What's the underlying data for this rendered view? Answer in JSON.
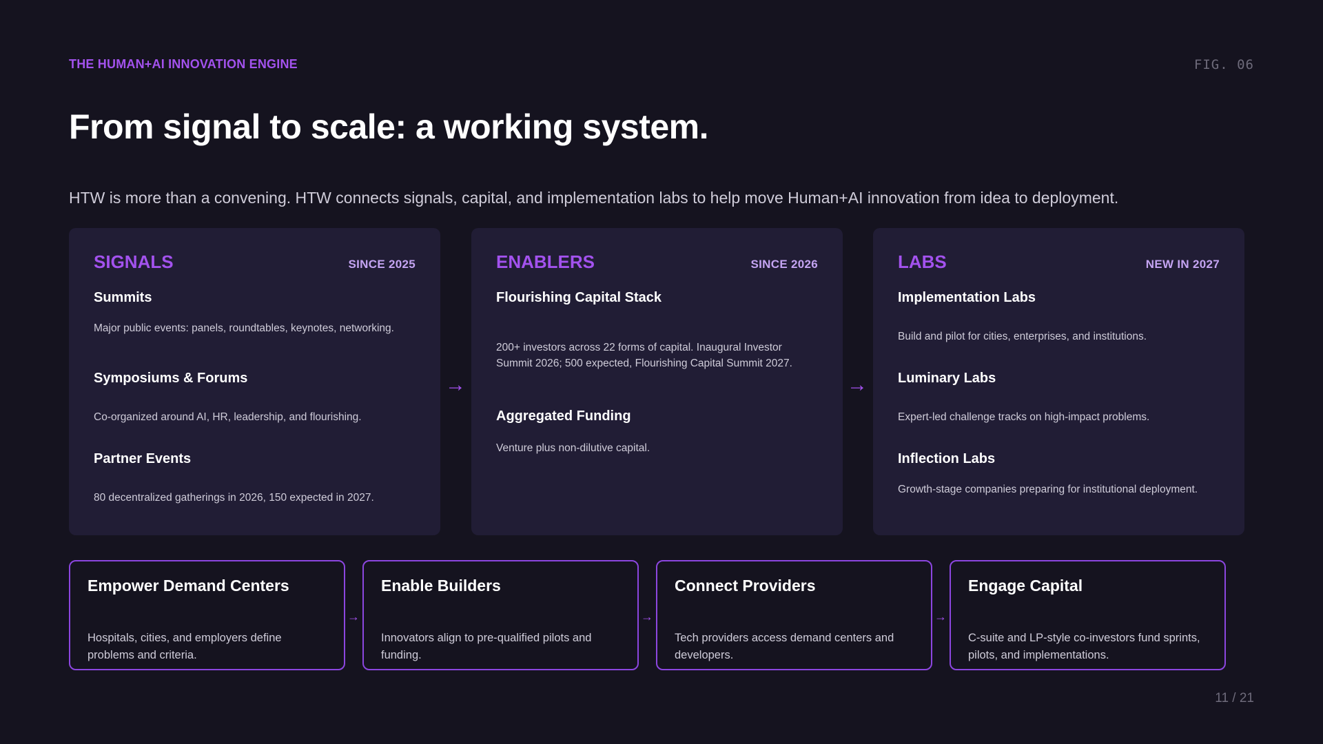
{
  "header": {
    "eyebrow": "THE HUMAN+AI INNOVATION ENGINE",
    "fig_label": "FIG. 06",
    "title": "From signal to scale: a working system.",
    "subtitle": "HTW is more than a convening. HTW connects signals, capital, and implementation labs to help move Human+AI innovation from idea to deployment."
  },
  "columns": [
    {
      "name": "SIGNALS",
      "badge": "SINCE 2025",
      "items": [
        {
          "title": "Summits",
          "desc": "Major public events: panels, roundtables, keynotes, networking."
        },
        {
          "title": "Symposiums & Forums",
          "desc": "Co-organized around AI, HR, leadership, and flourishing."
        },
        {
          "title": "Partner Events",
          "desc": "80 decentralized gatherings in 2026, 150 expected in 2027."
        }
      ]
    },
    {
      "name": "ENABLERS",
      "badge": "SINCE 2026",
      "items": [
        {
          "title": "Flourishing Capital Stack",
          "desc": "200+ investors across 22 forms of capital. Inaugural Investor Summit 2026; 500 expected, Flourishing Capital Summit 2027."
        },
        {
          "title": "Aggregated Funding",
          "desc": "Venture plus non-dilutive capital."
        }
      ]
    },
    {
      "name": "LABS",
      "badge": "NEW IN 2027",
      "items": [
        {
          "title": "Implementation Labs",
          "desc": "Build and pilot for cities, enterprises, and institutions."
        },
        {
          "title": "Luminary Labs",
          "desc": "Expert-led challenge tracks on high-impact problems."
        },
        {
          "title": "Inflection Labs",
          "desc": "Growth-stage companies preparing for institutional deployment."
        }
      ]
    }
  ],
  "flow": [
    {
      "title": "Empower Demand Centers",
      "desc": "Hospitals, cities, and employers define problems and criteria."
    },
    {
      "title": "Enable Builders",
      "desc": "Innovators align to pre-qualified pilots and funding."
    },
    {
      "title": "Connect Providers",
      "desc": "Tech providers access demand centers and developers."
    },
    {
      "title": "Engage Capital",
      "desc": "C-suite and LP-style co-investors fund sprints, pilots, and implementations."
    }
  ],
  "arrow_glyph": "→",
  "page_number": "11 / 21",
  "colors": {
    "background": "#15131f",
    "card": "#211d35",
    "accent": "#a352ee",
    "badge": "#c4a4f2",
    "border": "#8c46e0"
  },
  "icons": {
    "flow_arrow": "arrow-right-icon"
  }
}
